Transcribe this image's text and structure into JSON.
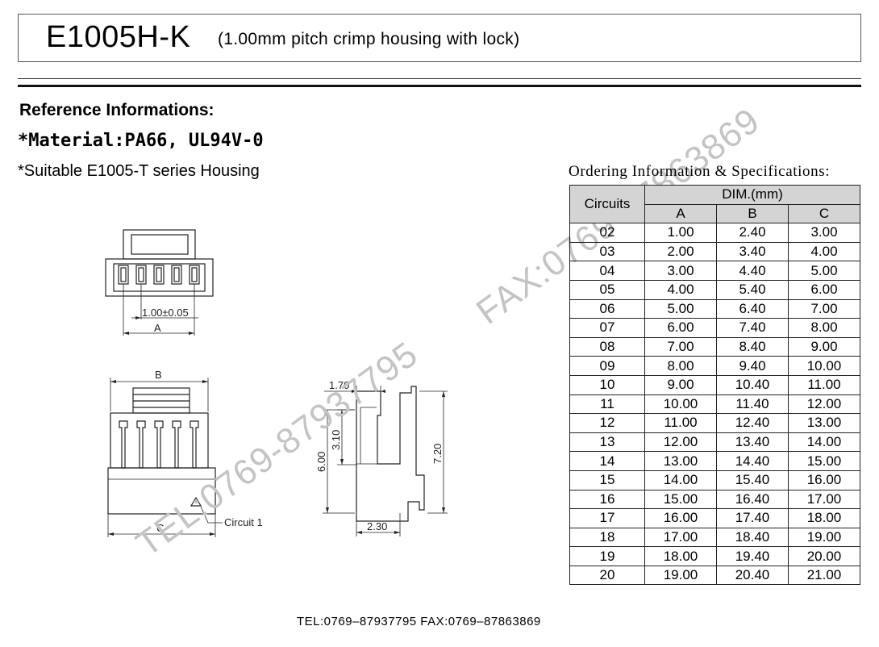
{
  "header": {
    "part_number": "E1005H-K",
    "description": "(1.00mm  pitch  crimp housing with lock)"
  },
  "reference": {
    "title": "Reference Informations:",
    "material": "*Material:PA66, UL94V-0",
    "suitable": "*Suitable E1005-T series Housing"
  },
  "drawing": {
    "pitch_dim": "1.00±0.05",
    "label_a": "A",
    "label_b": "B",
    "label_c": "C",
    "circuit_label": "Circuit  1",
    "dim_1_70": "1.70",
    "dim_3_10": "3.10",
    "dim_6_00": "6.00",
    "dim_7_20": "7.20",
    "dim_2_30": "2.30"
  },
  "ordering": {
    "caption": "Ordering Information & Specifications:",
    "col_circuits": "Circuits",
    "col_dim": "DIM.(mm)",
    "col_a": "A",
    "col_b": "B",
    "col_c": "C",
    "rows": [
      {
        "circuits": "02",
        "a": "1.00",
        "b": "2.40",
        "c": "3.00"
      },
      {
        "circuits": "03",
        "a": "2.00",
        "b": "3.40",
        "c": "4.00"
      },
      {
        "circuits": "04",
        "a": "3.00",
        "b": "4.40",
        "c": "5.00"
      },
      {
        "circuits": "05",
        "a": "4.00",
        "b": "5.40",
        "c": "6.00"
      },
      {
        "circuits": "06",
        "a": "5.00",
        "b": "6.40",
        "c": "7.00"
      },
      {
        "circuits": "07",
        "a": "6.00",
        "b": "7.40",
        "c": "8.00"
      },
      {
        "circuits": "08",
        "a": "7.00",
        "b": "8.40",
        "c": "9.00"
      },
      {
        "circuits": "09",
        "a": "8.00",
        "b": "9.40",
        "c": "10.00"
      },
      {
        "circuits": "10",
        "a": "9.00",
        "b": "10.40",
        "c": "11.00"
      },
      {
        "circuits": "11",
        "a": "10.00",
        "b": "11.40",
        "c": "12.00"
      },
      {
        "circuits": "12",
        "a": "11.00",
        "b": "12.40",
        "c": "13.00"
      },
      {
        "circuits": "13",
        "a": "12.00",
        "b": "13.40",
        "c": "14.00"
      },
      {
        "circuits": "14",
        "a": "13.00",
        "b": "14.40",
        "c": "15.00"
      },
      {
        "circuits": "15",
        "a": "14.00",
        "b": "15.40",
        "c": "16.00"
      },
      {
        "circuits": "16",
        "a": "15.00",
        "b": "16.40",
        "c": "17.00"
      },
      {
        "circuits": "17",
        "a": "16.00",
        "b": "17.40",
        "c": "18.00"
      },
      {
        "circuits": "18",
        "a": "17.00",
        "b": "18.40",
        "c": "19.00"
      },
      {
        "circuits": "19",
        "a": "18.00",
        "b": "19.40",
        "c": "20.00"
      },
      {
        "circuits": "20",
        "a": "19.00",
        "b": "20.40",
        "c": "21.00"
      }
    ]
  },
  "watermarks": {
    "tel": "TEL:0769-87937795",
    "fax": "FAX:0769-87863869"
  },
  "footer": {
    "contact": "TEL:0769–87937795   FAX:0769–87863869"
  }
}
